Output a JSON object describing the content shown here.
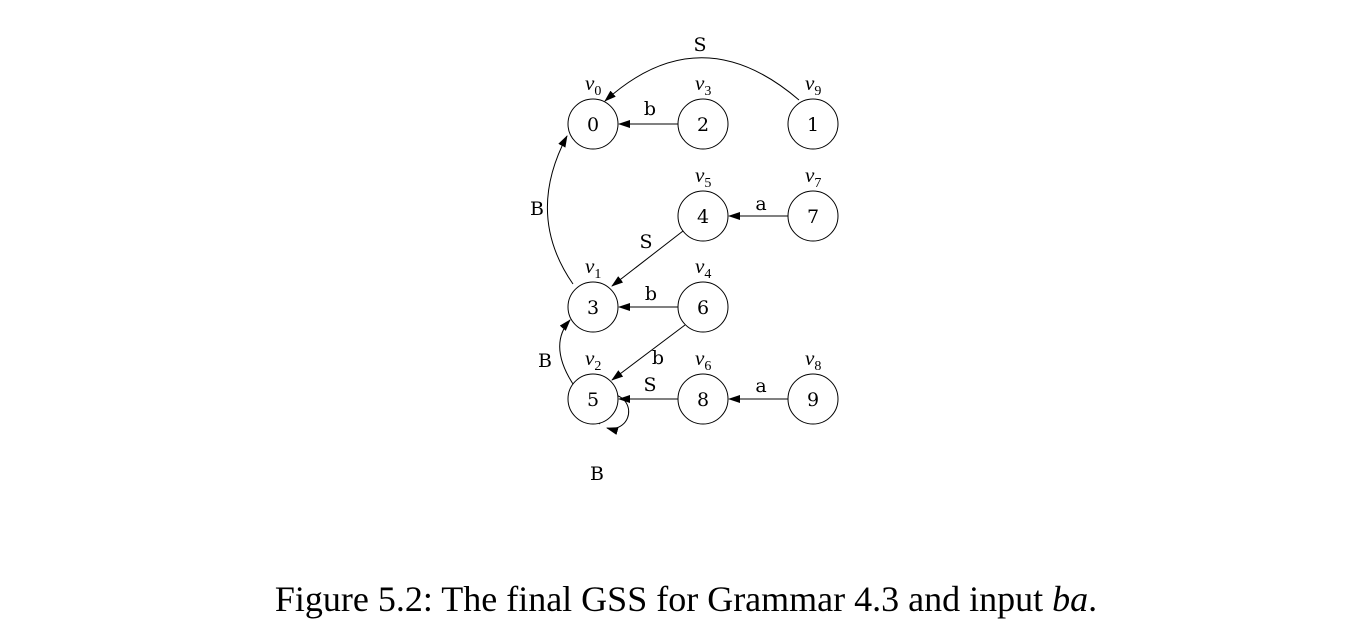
{
  "diagram": {
    "nodes": [
      {
        "id": "v0",
        "name": "v",
        "sub": "0",
        "label": "0"
      },
      {
        "id": "v3",
        "name": "v",
        "sub": "3",
        "label": "2"
      },
      {
        "id": "v9",
        "name": "v",
        "sub": "9",
        "label": "1"
      },
      {
        "id": "v5",
        "name": "v",
        "sub": "5",
        "label": "4"
      },
      {
        "id": "v7",
        "name": "v",
        "sub": "7",
        "label": "7"
      },
      {
        "id": "v1",
        "name": "v",
        "sub": "1",
        "label": "3"
      },
      {
        "id": "v4",
        "name": "v",
        "sub": "4",
        "label": "6"
      },
      {
        "id": "v2",
        "name": "v",
        "sub": "2",
        "label": "5"
      },
      {
        "id": "v6",
        "name": "v",
        "sub": "6",
        "label": "8"
      },
      {
        "id": "v8",
        "name": "v",
        "sub": "8",
        "label": "9"
      }
    ],
    "edges": [
      {
        "from": "v9",
        "to": "v0",
        "label": "S"
      },
      {
        "from": "v3",
        "to": "v0",
        "label": "b"
      },
      {
        "from": "v1",
        "to": "v0",
        "label": "B"
      },
      {
        "from": "v7",
        "to": "v5",
        "label": "a"
      },
      {
        "from": "v5",
        "to": "v1",
        "label": "S"
      },
      {
        "from": "v4",
        "to": "v1",
        "label": "b"
      },
      {
        "from": "v4",
        "to": "v2",
        "label": "b"
      },
      {
        "from": "v2",
        "to": "v1",
        "label": "B"
      },
      {
        "from": "v6",
        "to": "v2",
        "label": "S"
      },
      {
        "from": "v8",
        "to": "v6",
        "label": "a"
      },
      {
        "from": "v2",
        "to": "v2",
        "label": "B"
      }
    ]
  },
  "caption": {
    "prefix": "Figure 5.2: The final GSS for Grammar 4.3 and input ",
    "input": "ba",
    "suffix": "."
  }
}
